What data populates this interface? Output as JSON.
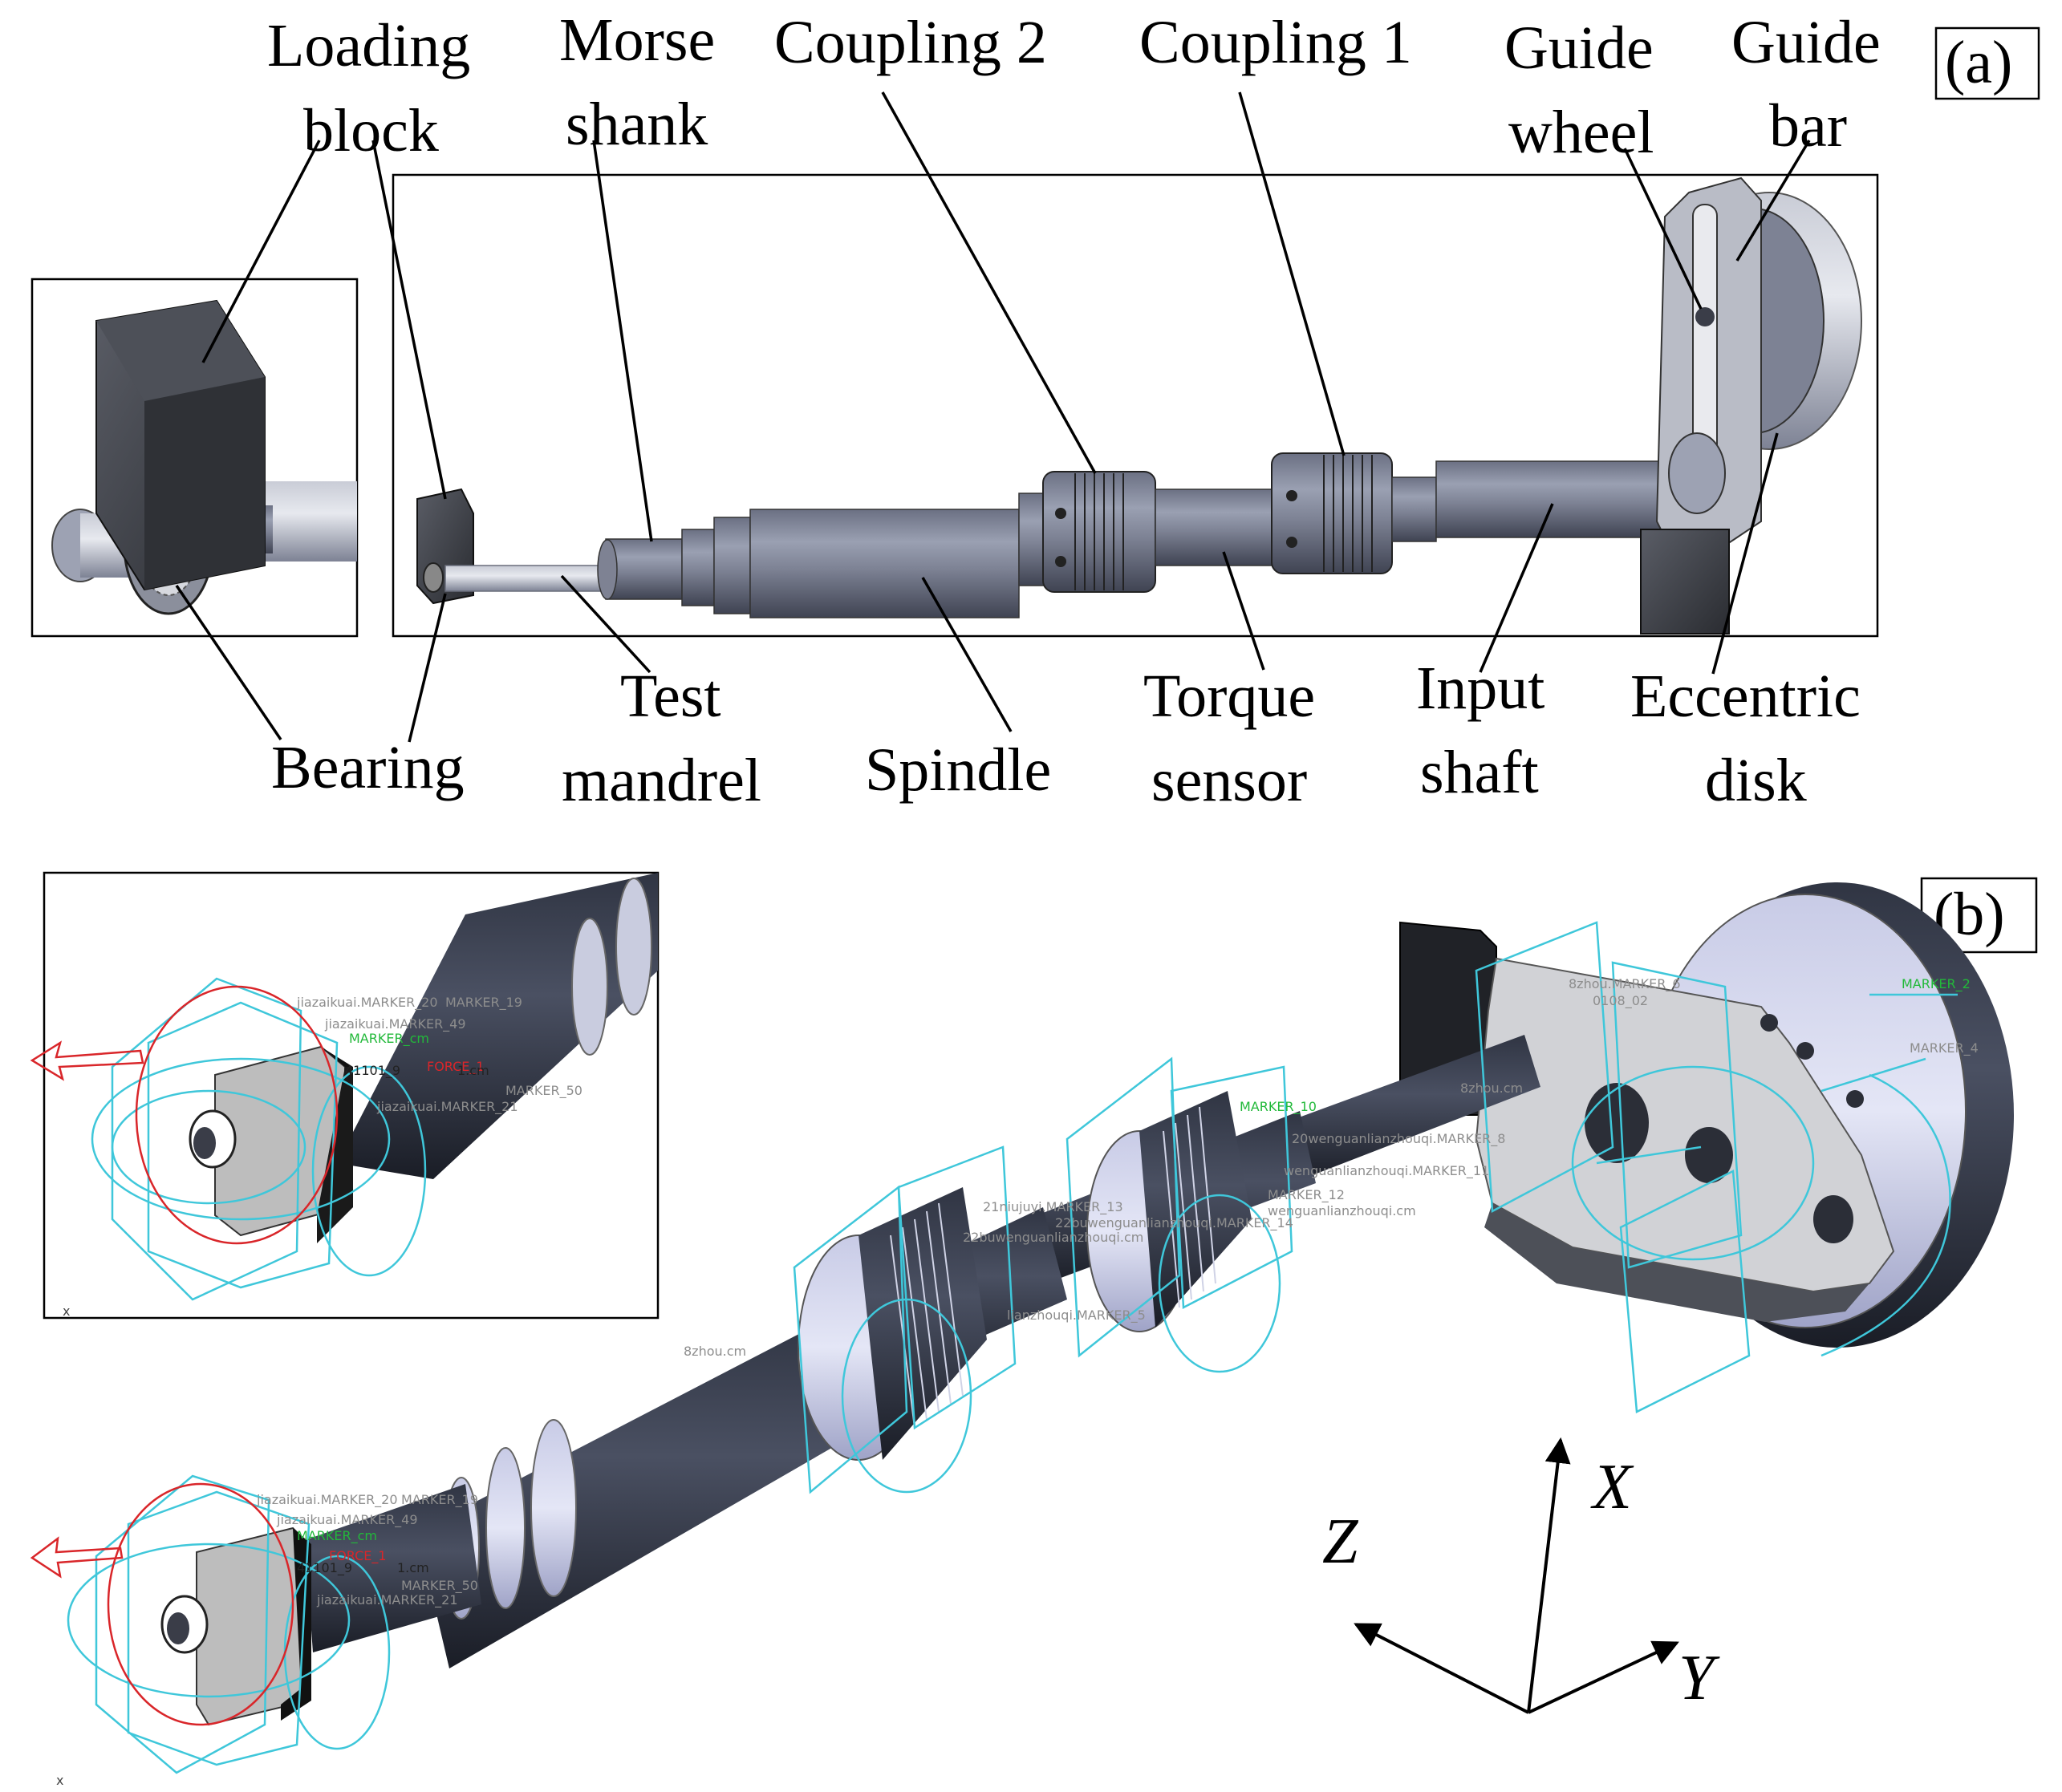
{
  "panel_a": {
    "tag": "(a)",
    "labels": {
      "loading_block": [
        "Loading",
        "block"
      ],
      "morse_shank": [
        "Morse",
        "shank"
      ],
      "coupling_2": "Coupling 2",
      "coupling_1": "Coupling 1",
      "guide_wheel": [
        "Guide",
        "wheel"
      ],
      "guide_bar": [
        "Guide",
        "bar"
      ],
      "bearing": "Bearing",
      "test_mandrel": [
        "Test",
        "mandrel"
      ],
      "spindle": "Spindle",
      "torque_sensor": [
        "Torque",
        "sensor"
      ],
      "input_shaft": [
        "Input",
        "shaft"
      ],
      "eccentric_disk": [
        "Eccentric",
        "disk"
      ]
    }
  },
  "panel_b": {
    "tag": "(b)",
    "axes": {
      "x": "X",
      "y": "Y",
      "z": "Z"
    },
    "markers_left_inset": [
      "jiazaikuai.MARKER_20",
      "MARKER_19",
      "jiazaikuai.MARKER_49",
      "MARKER_cm",
      "FORCE_1",
      "41101_9",
      "1.cm",
      "MARKER_50",
      "jiazaikuai.MARKER_21"
    ],
    "markers_right": [
      "8zhou.MARKER_6",
      "0108_02",
      "MARKER_2",
      "MARKER_4",
      "8zhou.cm",
      "MARKER_10",
      "20wenguanlianzhouqi.MARKER_8",
      "wenguanlianzhouqi.MARKER_11",
      "MARKER_12",
      "wenguanlianzhouqi.cm",
      "21niujuyi.MARKER_13",
      "22buwenguanlianzhouqi.MARKER_14",
      "22buwenguanlianzhouqi.cm",
      "lianzhouqi.MARKER_5",
      "8zhou.cm"
    ],
    "marker_colors": {
      "cyan": "#3fc7da",
      "red": "#d9262a",
      "green": "#22b93a",
      "gray": "#8d8d8d"
    }
  }
}
